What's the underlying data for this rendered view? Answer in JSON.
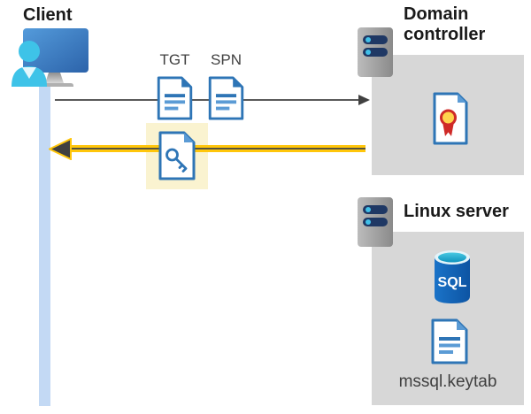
{
  "client": {
    "title": "Client"
  },
  "flow": {
    "tgt_label": "TGT",
    "spn_label": "SPN"
  },
  "domain_controller": {
    "title": "Domain controller"
  },
  "linux_server": {
    "title": "Linux server",
    "sql_label": "SQL",
    "keytab_label": "mssql.keytab"
  },
  "colors": {
    "doc_blue": "#2e75b6",
    "doc_blue_light": "#5b9bd5",
    "highlight_yellow": "#faf3d0",
    "arrow_yellow": "#ffc60b",
    "arrow_gray": "#595959",
    "arrowhead_dark": "#404040",
    "box_gray": "#d7d7d7",
    "client_bar_blue": "#c3d9f4",
    "server_bar_navy": "#1f3864",
    "server_dot_cyan": "#41c0e8",
    "person_cyan": "#3ec3e8",
    "sql_body_blue": "#1266be",
    "seal_yellow": "#ffd34d",
    "seal_red": "#cf2a27"
  }
}
